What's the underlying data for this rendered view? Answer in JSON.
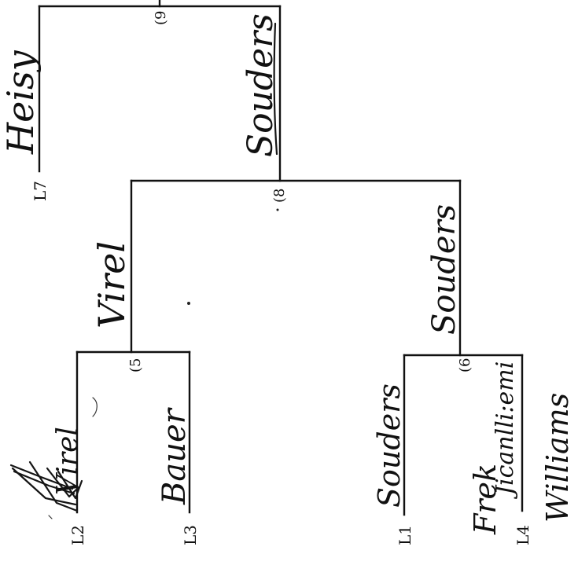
{
  "leaves": {
    "l1": "L1",
    "l2": "L2",
    "l3": "L3",
    "l4": "L4",
    "l7": "L7"
  },
  "nodes": {
    "n5": "(5",
    "n6": "(6",
    "n8": "(8",
    "n9": "(9"
  },
  "handwritten": {
    "heisy": "Heisy",
    "souders_top": "Souders",
    "virel": "Virel",
    "souders_mid": "Souders",
    "virel_leaf": "Virel",
    "bauer": "Bauer",
    "souders_leaf": "Souders",
    "frek": "Frek",
    "jicanlli": "Jicanlli:emi",
    "williams": "Williams"
  }
}
